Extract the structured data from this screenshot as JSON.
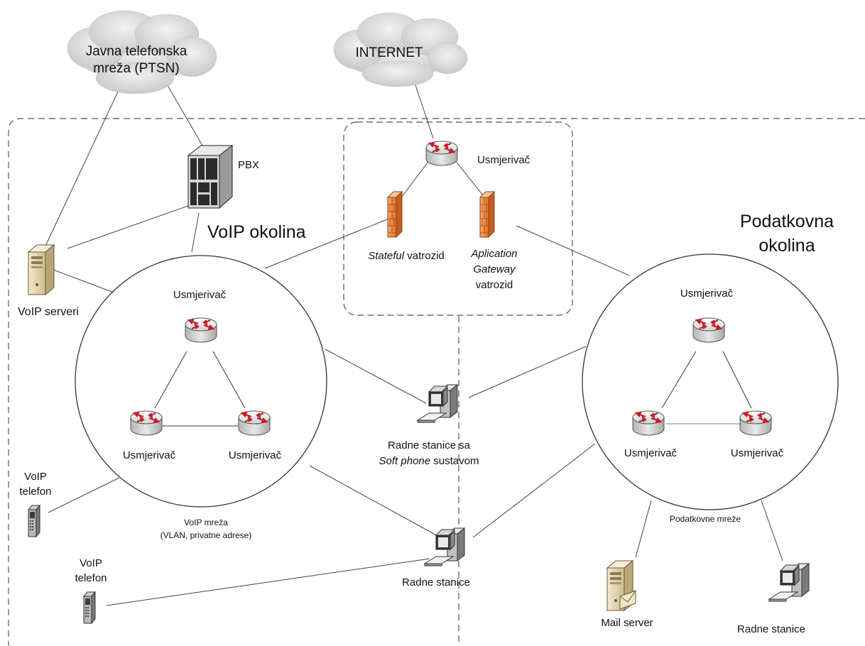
{
  "clouds": {
    "pstn": [
      "Javna telefonska",
      "mreža (PTSN)"
    ],
    "internet": "INTERNET"
  },
  "labels": {
    "pbx": "PBX",
    "voip_zone": "VoIP okolina",
    "data_zone": [
      "Podatkovna",
      "okolina"
    ],
    "voip_servers": "VoIP serveri",
    "firewall_router": "Usmjerivač",
    "stateful_fw_italic": "Stateful",
    "stateful_fw_rest": " vatrozid",
    "app_gw_italic_1": "Aplication",
    "app_gw_italic_2": "Gateway",
    "app_gw_rest": "vatrozid",
    "voip_router_top": "Usmjerivač",
    "voip_router_left": "Usmjerivač",
    "voip_router_right": "Usmjerivač",
    "data_router_top": "Usmjerivač",
    "data_router_left": "Usmjerivač",
    "data_router_right": "Usmjerivač",
    "softphone_ws_1": "Radne stanice sa",
    "softphone_ws_2_italic": "Soft phone",
    "softphone_ws_2_rest": " sustavom",
    "voip_phone_1": [
      "VoIP",
      "telefon"
    ],
    "voip_phone_2": [
      "VoIP",
      "telefon"
    ],
    "voip_network": [
      "VoIP mreža",
      "(VLAN, privatne adrese)"
    ],
    "workstations": "Radne stanice",
    "data_networks": "Podatkovne mreže",
    "mail_server": "Mail server",
    "data_workstations": "Radne stanice"
  },
  "colors": {
    "line": "#444444",
    "dash": "#555555",
    "router_arrow": "#c0202a",
    "firewall": "#f08a3c",
    "server": "#e8d9b0",
    "cloud": "#d6d6d6"
  }
}
